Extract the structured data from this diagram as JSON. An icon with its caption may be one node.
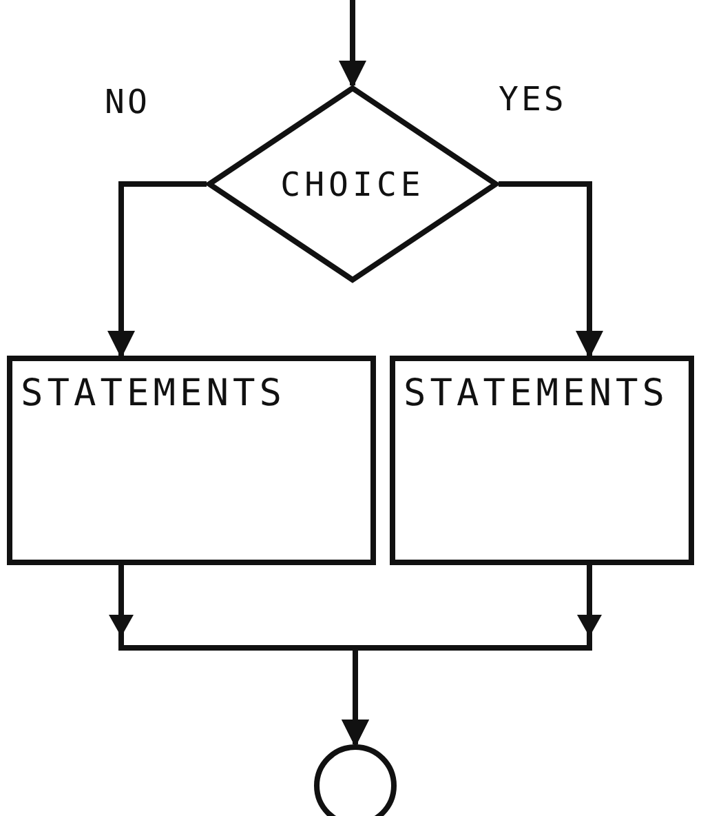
{
  "diagram": {
    "nodes": [
      {
        "text": [
          "CHOICE"
        ]
      },
      {
        "text": [
          "STATEMENTS"
        ]
      },
      {
        "text": [
          "STATEMENTS"
        ]
      },
      {
        "text": [],
        "shape": "circle"
      }
    ],
    "edges": [
      {
        "from": null,
        "to": 0,
        "arrow": "to"
      },
      {
        "from": 0,
        "to": 1,
        "arrow": "to",
        "label": "NO"
      },
      {
        "from": 0,
        "to": 2,
        "arrow": "to",
        "label": "YES"
      },
      {
        "from": 1,
        "to": 3,
        "arrow": "to"
      },
      {
        "from": 2,
        "to": 3,
        "arrow": "to"
      }
    ]
  }
}
